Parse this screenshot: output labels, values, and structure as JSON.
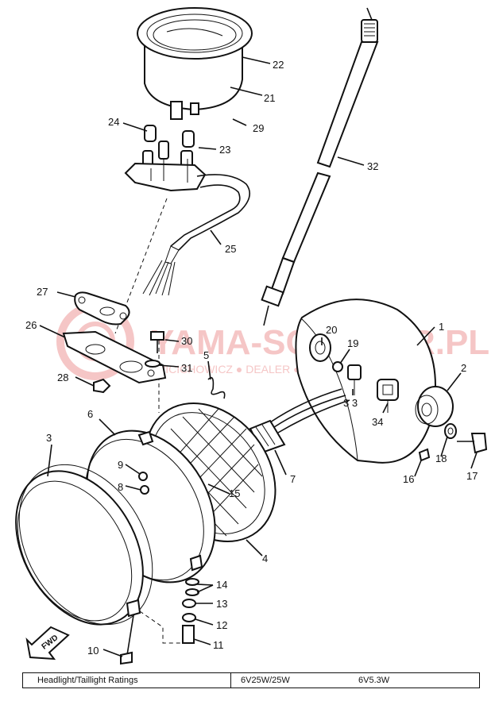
{
  "watermark": {
    "text": "YAMA-SCOOTER.PL",
    "subtext": "WICICHOWICZ ● DEALER ● YAMAHA"
  },
  "fwd_label": "FWD",
  "callouts": [
    {
      "id": "c1",
      "text": "1"
    },
    {
      "id": "c2",
      "text": "2"
    },
    {
      "id": "c3",
      "text": "3"
    },
    {
      "id": "c4",
      "text": "4"
    },
    {
      "id": "c5",
      "text": "5"
    },
    {
      "id": "c6",
      "text": "6"
    },
    {
      "id": "c7",
      "text": "7"
    },
    {
      "id": "c8",
      "text": "8"
    },
    {
      "id": "c9",
      "text": "9"
    },
    {
      "id": "c10",
      "text": "10"
    },
    {
      "id": "c11",
      "text": "11"
    },
    {
      "id": "c12",
      "text": "12"
    },
    {
      "id": "c13",
      "text": "13"
    },
    {
      "id": "c14",
      "text": "14"
    },
    {
      "id": "c15",
      "text": "15"
    },
    {
      "id": "c16",
      "text": "16"
    },
    {
      "id": "c17",
      "text": "17"
    },
    {
      "id": "c18",
      "text": "18"
    },
    {
      "id": "c19",
      "text": "19"
    },
    {
      "id": "c20",
      "text": "20"
    },
    {
      "id": "c21",
      "text": "21"
    },
    {
      "id": "c22",
      "text": "22"
    },
    {
      "id": "c23",
      "text": "23"
    },
    {
      "id": "c24",
      "text": "24"
    },
    {
      "id": "c25",
      "text": "25"
    },
    {
      "id": "c26",
      "text": "26"
    },
    {
      "id": "c27",
      "text": "27"
    },
    {
      "id": "c28",
      "text": "28"
    },
    {
      "id": "c29",
      "text": "29"
    },
    {
      "id": "c30",
      "text": "30"
    },
    {
      "id": "c31",
      "text": "31"
    },
    {
      "id": "c32",
      "text": "32"
    },
    {
      "id": "c33",
      "text": "3 3"
    },
    {
      "id": "c34",
      "text": "34"
    }
  ],
  "ratings": {
    "label": "Headlight/Taillight Ratings",
    "headlight": "6V25W/25W",
    "taillight": "6V5.3W"
  }
}
